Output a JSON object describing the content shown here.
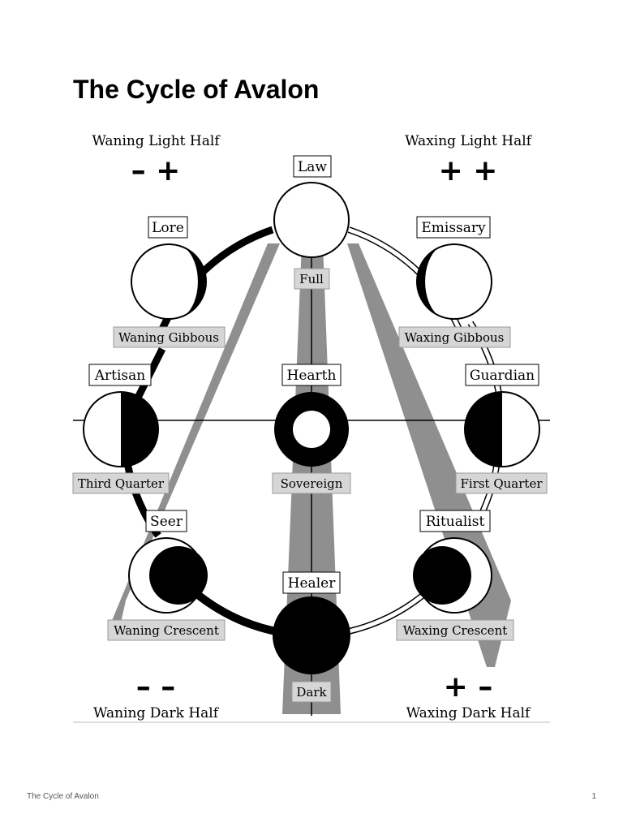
{
  "page": {
    "title": "The Cycle of Avalon",
    "footer_title": "The Cycle of Avalon",
    "page_number": "1"
  },
  "diagram": {
    "halves": {
      "waning_light": {
        "label": "Waning Light Half",
        "signs": "– +"
      },
      "waxing_light": {
        "label": "Waxing Light Half",
        "signs": "+ +"
      },
      "waning_dark": {
        "label": "Waning Dark Half",
        "signs": "– –"
      },
      "waxing_dark": {
        "label": "Waxing Dark Half",
        "signs": "+ –"
      }
    },
    "stations": {
      "law": {
        "role": "Law",
        "phase": "Full"
      },
      "emissary": {
        "role": "Emissary",
        "phase": "Waxing Gibbous"
      },
      "guardian": {
        "role": "Guardian",
        "phase": "First Quarter"
      },
      "ritualist": {
        "role": "Ritualist",
        "phase": "Waxing Crescent"
      },
      "healer": {
        "role": "Healer",
        "phase": "Dark"
      },
      "seer": {
        "role": "Seer",
        "phase": "Waning Crescent"
      },
      "artisan": {
        "role": "Artisan",
        "phase": "Third Quarter"
      },
      "lore": {
        "role": "Lore",
        "phase": "Waning Gibbous"
      },
      "hearth": {
        "role": "Hearth",
        "phase": "Sovereign"
      }
    },
    "colors": {
      "ink": "#000000",
      "ray_gray": "#8f8f8f",
      "phase_label_fill": "#d6d6d6"
    }
  }
}
